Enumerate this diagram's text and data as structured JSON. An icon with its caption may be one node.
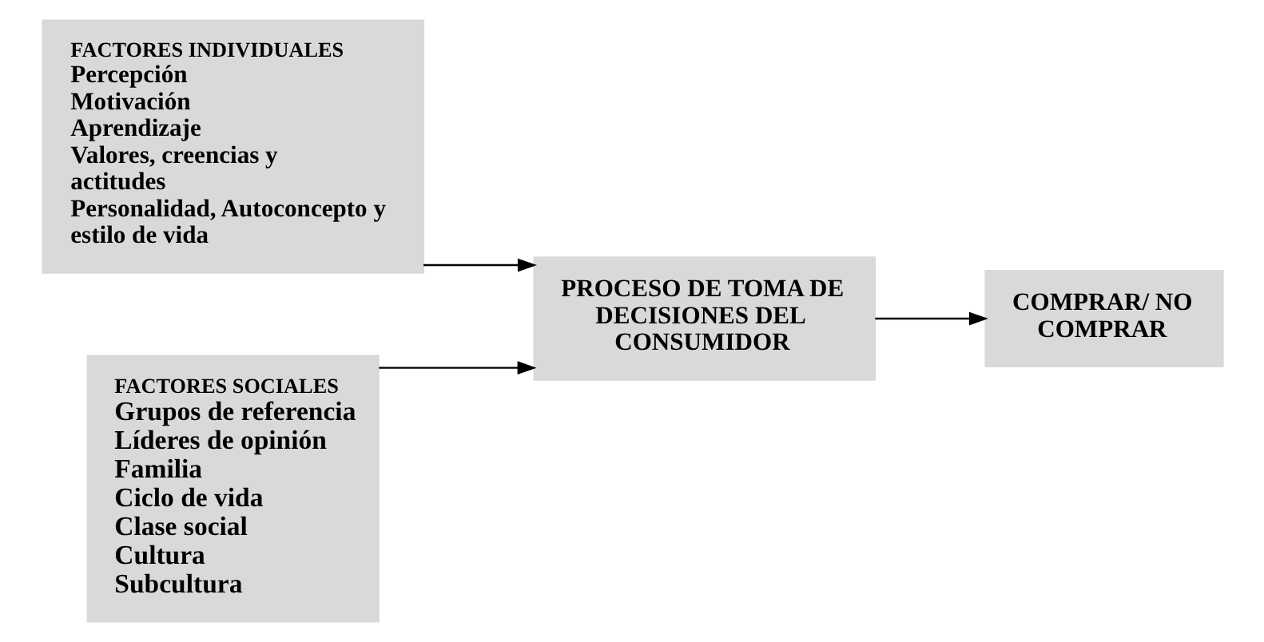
{
  "diagram": {
    "nodes": [
      {
        "text": [
          "FACTORES INDIVIDUALES",
          "Percepción",
          "Motivación",
          "Aprendizaje",
          "Valores, creencias y  actitudes",
          "Personalidad, Autoconcepto y estilo de vida"
        ]
      },
      {
        "text": [
          "PROCESO DE TOMA DE DECISIONES DEL CONSUMIDOR"
        ]
      },
      {
        "text": [
          "COMPRAR/ NO COMPRAR"
        ]
      },
      {
        "text": [
          "FACTORES SOCIALES",
          "Grupos de referencia",
          "Líderes de opinión",
          "Familia",
          "Ciclo de vida",
          "Clase social",
          "Cultura",
          "Subcultura"
        ]
      }
    ],
    "edges": [
      {
        "from": 0,
        "to": 1,
        "arrow": "to"
      },
      {
        "from": 3,
        "to": 1,
        "arrow": "to"
      },
      {
        "from": 1,
        "to": 2,
        "arrow": "to"
      }
    ]
  }
}
